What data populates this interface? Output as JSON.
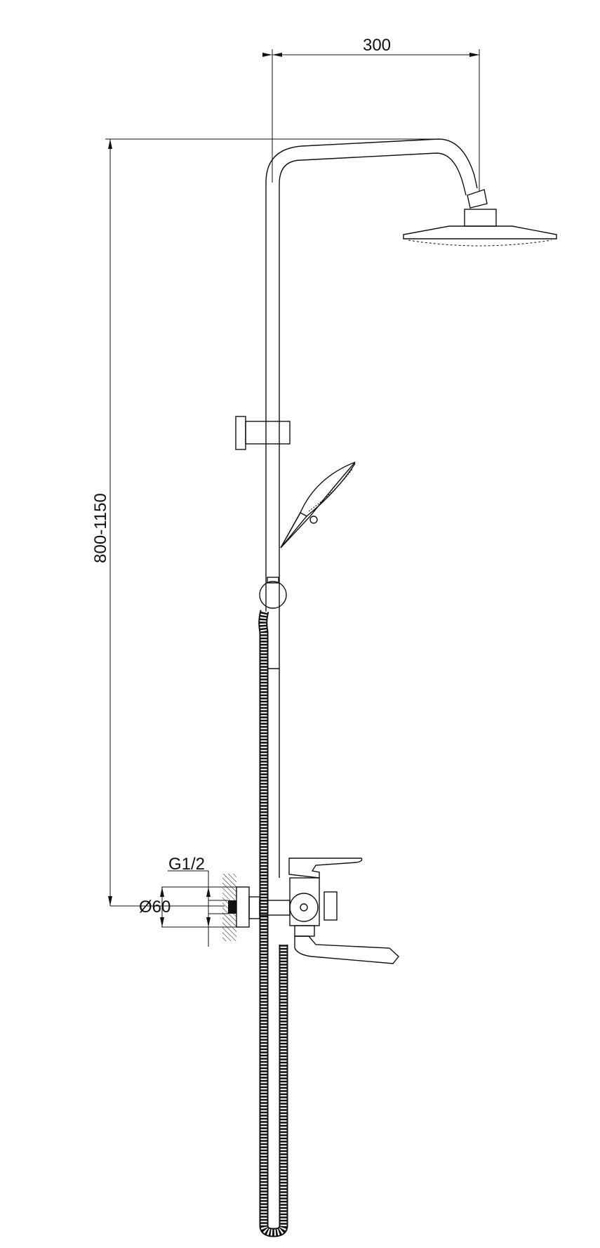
{
  "drawing": {
    "title": "Shower system dimension drawing",
    "dimensions": {
      "arm_reach": "300",
      "height_range": "800-1150",
      "pipe_thread": "G1/2",
      "flange_diameter": "Ø60"
    },
    "line_color": "#111111",
    "background": "#ffffff"
  }
}
